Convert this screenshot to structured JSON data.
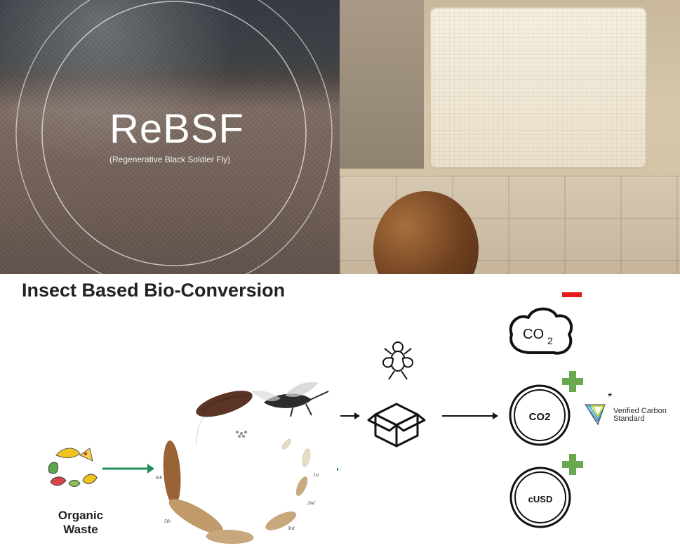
{
  "hero": {
    "title": "ReBSF",
    "subtitle": "(Regenerative Black Soldier Fly)"
  },
  "section": {
    "title": "Insect Based Bio-Conversion"
  },
  "flow": {
    "organic_waste": [
      "Organic",
      "Waste"
    ],
    "stages": [
      "1st",
      "2nd",
      "3rd",
      "5th",
      "6th"
    ],
    "co2_label": "CO2",
    "cusd_label": "cUSD",
    "verified_carbon_standard": [
      "Verified Carbon",
      "Standard"
    ]
  },
  "colors": {
    "minus": "#e31b1b",
    "plus": "#6aa84f",
    "arrow_green": "#1f8f57",
    "text_dark": "#222222"
  },
  "icons": {
    "fly": "fly-icon",
    "box": "box-icon",
    "co2_cloud": "co2-cloud-icon",
    "minus": "minus-icon",
    "plus": "plus-icon",
    "arrow_right": "arrow-right-icon",
    "verified_carbon_logo": "verified-carbon-logo-icon"
  }
}
